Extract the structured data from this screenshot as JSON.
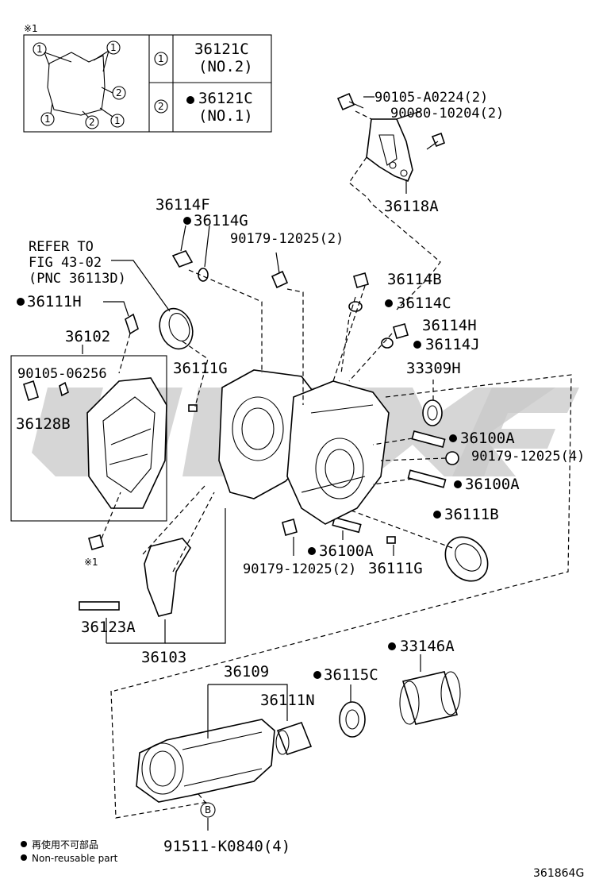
{
  "legend": {
    "mark": "※1",
    "rows": [
      {
        "num": "1",
        "part": "36121C",
        "sub": "(NO.2)",
        "nonreusable": false
      },
      {
        "num": "2",
        "part": "36121C",
        "sub": "(NO.1)",
        "nonreusable": true
      }
    ],
    "inset_nums": [
      "1",
      "1",
      "2",
      "1",
      "2",
      "1"
    ]
  },
  "labels": {
    "p90105_a0224": "90105-A0224(2)",
    "p90080_10204": "90080-10204(2)",
    "p36118a": "36118A",
    "p36114f": "36114F",
    "p36114g": "36114G",
    "p90179_12025_top": "90179-12025(2)",
    "refer1": "REFER TO",
    "refer2": "FIG 43-02",
    "refer3": "(PNC 36113D)",
    "p36111h": "36111H",
    "p36102": "36102",
    "p90105_06256": "90105-06256",
    "p36128b": "36128B",
    "p36114b": "36114B",
    "p36114c": "36114C",
    "p36114h": "36114H",
    "p36114j": "36114J",
    "p36111g_upper": "36111G",
    "p33309h": "33309H",
    "p36100a_1": "36100A",
    "p90179_12025_4": "90179-12025(4)",
    "p36100a_2": "36100A",
    "p36111b": "36111B",
    "p36100a_3": "36100A",
    "p90179_12025_mid": "90179-12025(2)",
    "p36111g_lower": "36111G",
    "mark1": "※1",
    "p36123a": "36123A",
    "p36103": "36103",
    "p36109": "36109",
    "p36115c": "36115C",
    "p33146a": "33146A",
    "p36111n": "36111N",
    "b_mark": "B",
    "p91511": "91511-K0840(4)"
  },
  "footnote": {
    "jp": "再使用不可部品",
    "en": "Non-reusable part"
  },
  "figure_id": "361864G",
  "colors": {
    "ink": "#000000",
    "watermark": "#c8c8c8"
  }
}
